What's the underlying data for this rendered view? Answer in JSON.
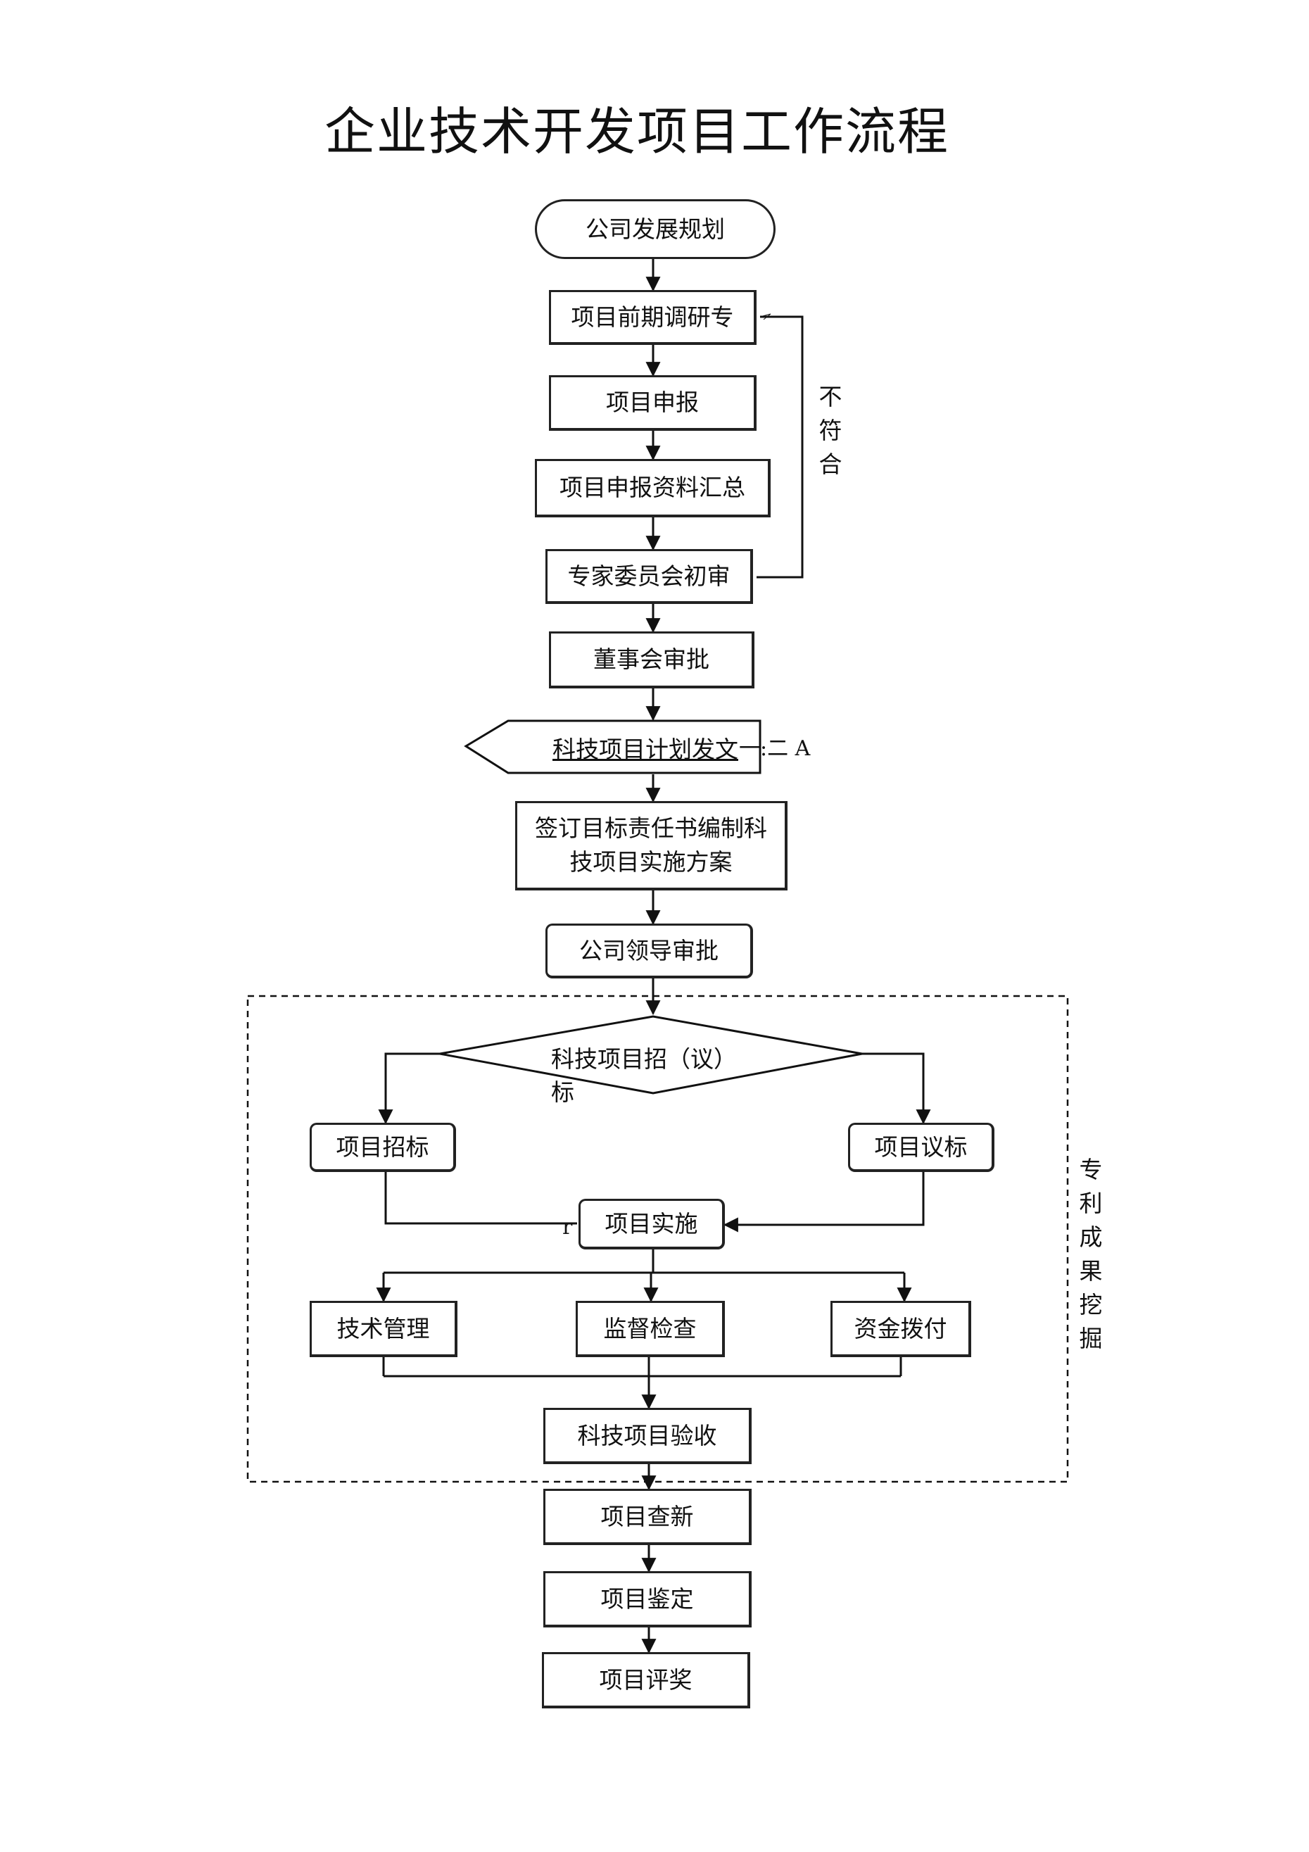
{
  "title": "企业技术开发项目工作流程",
  "nodes": {
    "company_plan": "公司发展规划",
    "research": "项目前期调研专",
    "apply": "项目申报",
    "summary": "项目申报资料汇总",
    "expert_review": "专家委员会初审",
    "board": "董事会审批",
    "plan_doc": "科技项目计划发文",
    "plan_doc_suffix": "一:二 A",
    "sign_line1": "签订目标责任书编制科",
    "sign_line2": "技项目实施方案",
    "leader": "公司领导审批",
    "bid_decision_line1": "科技项目招（议）",
    "bid_decision_line2": "标",
    "tender": "项目招标",
    "negotiate": "项目议标",
    "implement": "项目实施",
    "implement_prefix": "r",
    "tech_mgmt": "技术管理",
    "supervise": "监督检查",
    "funding": "资金拨付",
    "acceptance": "科技项目验收",
    "novelty": "项目查新",
    "appraisal": "项目鉴定",
    "award": "项目评奖"
  },
  "side_labels": {
    "not_comply": [
      "不",
      "符",
      "合"
    ],
    "patent": [
      "专",
      "利",
      "成",
      "果",
      "挖",
      "掘"
    ]
  }
}
